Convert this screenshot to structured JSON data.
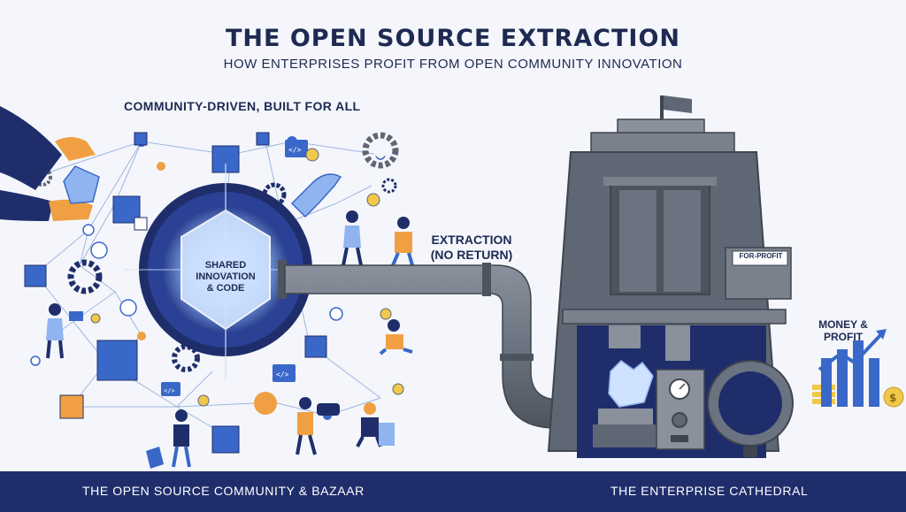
{
  "header": {
    "title": "THE OPEN SOURCE EXTRACTION",
    "subtitle": "HOW ENTERPRISES PROFIT FROM OPEN COMMUNITY INNOVATION"
  },
  "community": {
    "label": "COMMUNITY-DRIVEN, BUILT FOR ALL",
    "core_line1": "SHARED",
    "core_line2": "INNOVATION",
    "core_line3": "& CODE"
  },
  "pipe": {
    "label_line1": "EXTRACTION",
    "label_line2": "(NO RETURN)"
  },
  "cathedral": {
    "sign": "FOR-PROFIT",
    "money_line1": "MONEY &",
    "money_line2": "PROFIT"
  },
  "footer": {
    "left": "THE OPEN SOURCE COMMUNITY & BAZAAR",
    "right": "THE ENTERPRISE CATHEDRAL"
  },
  "colors": {
    "navy": "#1f2e6b",
    "blue": "#3a68c8",
    "light_blue": "#8fb4ef",
    "orange": "#f0a043",
    "gray_building": "#5f6775",
    "pipe": "#6b7380"
  }
}
